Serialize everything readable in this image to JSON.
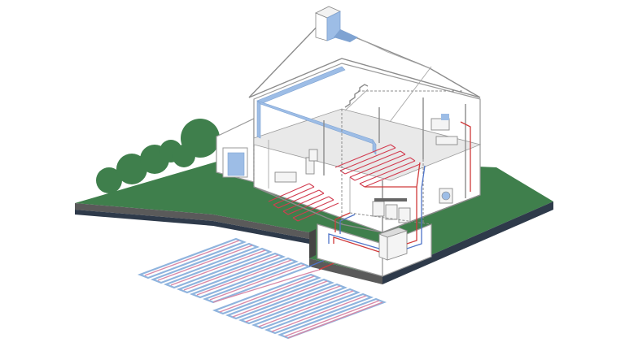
{
  "figure": {
    "components": [
      {
        "id": "house",
        "icon": "house-cutaway-icon"
      },
      {
        "id": "garage",
        "icon": "garage-icon"
      },
      {
        "id": "chimney",
        "icon": "chimney-icon"
      },
      {
        "id": "staircase",
        "icon": "staircase-icon"
      },
      {
        "id": "underfloor-heating-ground",
        "icon": "underfloor-heating-icon"
      },
      {
        "id": "underfloor-heating-first",
        "icon": "underfloor-heating-icon"
      },
      {
        "id": "heat-pump-unit",
        "icon": "heat-pump-icon"
      },
      {
        "id": "ground-loop-collector",
        "icon": "ground-loop-icon"
      },
      {
        "id": "bushes",
        "icon": "bush-icon"
      },
      {
        "id": "lawn",
        "icon": "lawn-icon"
      }
    ],
    "colors": {
      "grass": "#3f7f4c",
      "soil_front": "#2e3a4a",
      "loop_outer": "#8fb4de",
      "loop_inner": "#d98aa8",
      "flow_pipe": "#d03a3a",
      "return_pipe": "#4f74c8",
      "beam": "#9dbde6"
    }
  }
}
